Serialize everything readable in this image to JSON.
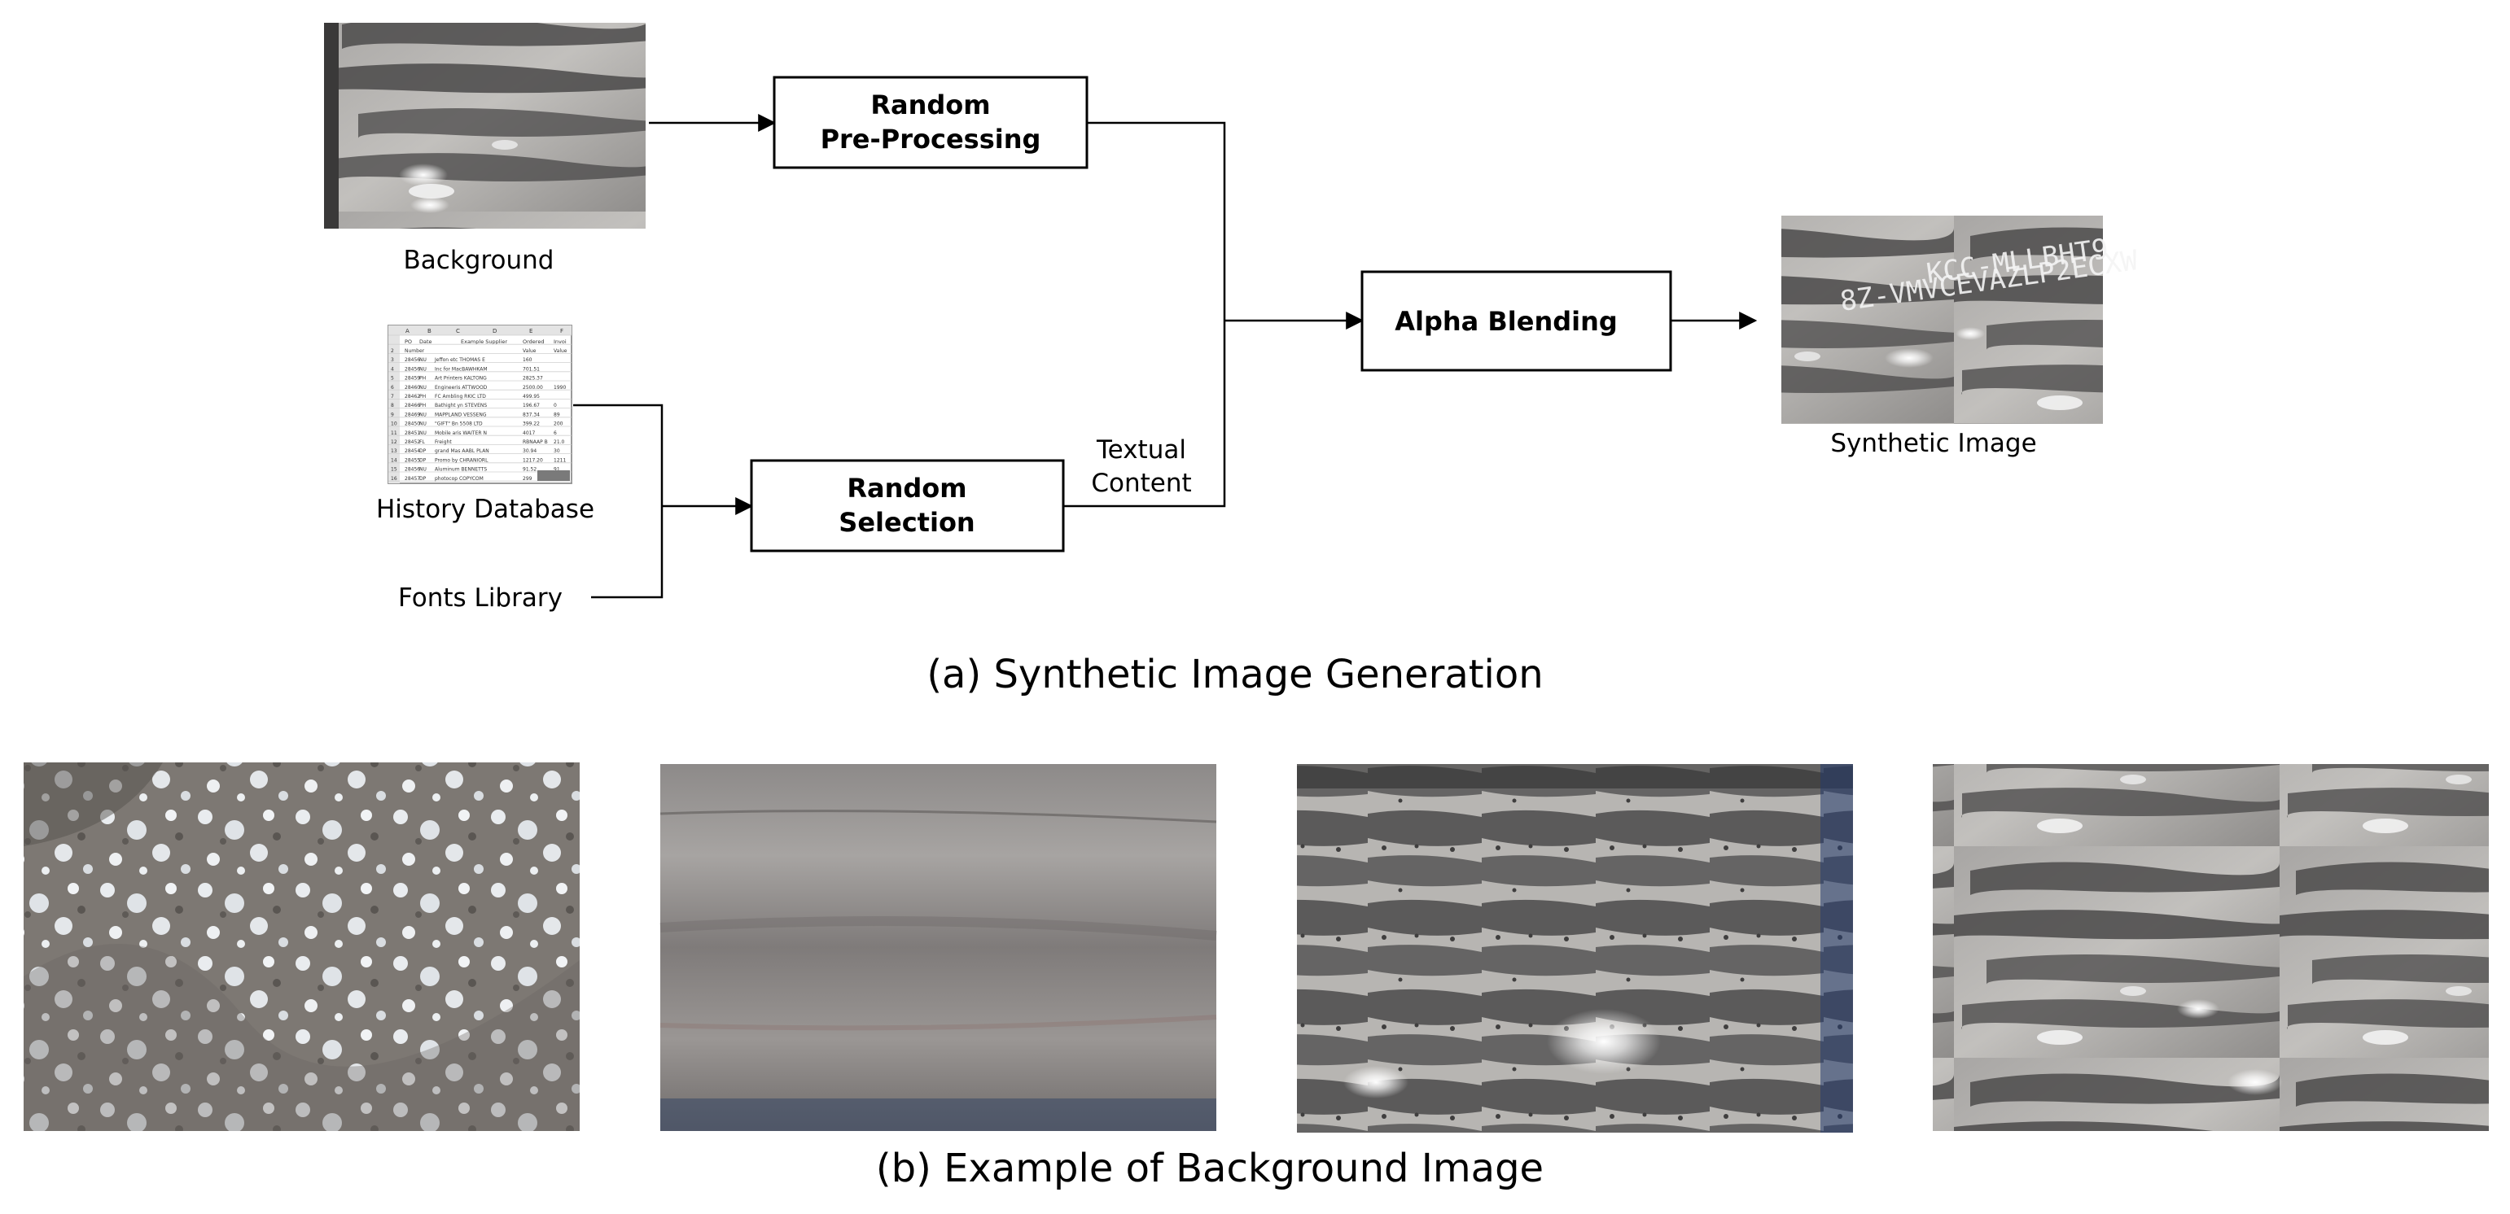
{
  "part_a": {
    "caption": "(a) Synthetic Image Generation",
    "inputs": {
      "background": "Background",
      "history_database": "History Database",
      "fonts_library": "Fonts Library"
    },
    "boxes": {
      "random_preprocessing": [
        "Random",
        "Pre-Processing"
      ],
      "random_selection": [
        "Random",
        "Selection"
      ],
      "alpha_blending": "Alpha Blending"
    },
    "textual_content": [
      "Textual",
      "Content"
    ],
    "output": {
      "label": "Synthetic Image",
      "overlay_text": [
        "KCC-MLLBHT9",
        "8Z-VMVCEVAZLP2ECXW"
      ]
    },
    "spreadsheet": {
      "columns": [
        "",
        "A",
        "B",
        "C",
        "D",
        "E",
        "F"
      ],
      "headers": [
        "PO",
        "Date",
        "Example Supplier",
        "Ordered",
        "Invoi"
      ],
      "rows": [
        [
          "2",
          "Number",
          "",
          "",
          "Value",
          "Value"
        ],
        [
          "3",
          "28456",
          "NU",
          "Jeffon etc THOMAS E",
          "160",
          ""
        ],
        [
          "4",
          "28456",
          "NU",
          "Inc for MacBAWHKAM",
          "701.51",
          ""
        ],
        [
          "5",
          "28459",
          "PH",
          "Art Printers KALTONG",
          "2825.37",
          ""
        ],
        [
          "6",
          "28460",
          "NU",
          "Engineeris ATTWOOD",
          "2500.00",
          "1990"
        ],
        [
          "7",
          "28462",
          "PH",
          "FC Ambling RKIC LTD",
          "499.95",
          ""
        ],
        [
          "8",
          "28466",
          "PH",
          "Bathight yn STEVENS",
          "196.67",
          "0"
        ],
        [
          "9",
          "28469",
          "NU",
          "MAPPLAND VESSENG",
          "837.34",
          "89"
        ],
        [
          "10",
          "28450",
          "NU",
          "\"GIFT\" Bn 5508 LTD",
          "399.22",
          "200"
        ],
        [
          "11",
          "28451",
          "NU",
          "Mobile aris WAITER N",
          "4017",
          "6"
        ],
        [
          "12",
          "28452",
          "FL",
          "Freight",
          "RBNAAP B",
          "21.0"
        ],
        [
          "13",
          "28454",
          "DP",
          "grand Mas AABL PLAN",
          "30.94",
          "30"
        ],
        [
          "14",
          "28455",
          "DP",
          "Promo by CHRANIORL",
          "1217.20",
          "1211"
        ],
        [
          "15",
          "28456",
          "NU",
          "Aluminum BENNETTS",
          "91.52",
          "91"
        ],
        [
          "16",
          "28457",
          "DP",
          "photocop COPYCOM",
          "299",
          ""
        ]
      ]
    }
  },
  "part_b": {
    "caption": "(b) Example of Background Image"
  },
  "colors": {
    "line": "#000000",
    "box_fill": "#ffffff",
    "steel_light": "#b9b7b4",
    "steel_dark": "#4e4d4d",
    "snow": "#e8ebee",
    "concrete": "#8a8580"
  }
}
